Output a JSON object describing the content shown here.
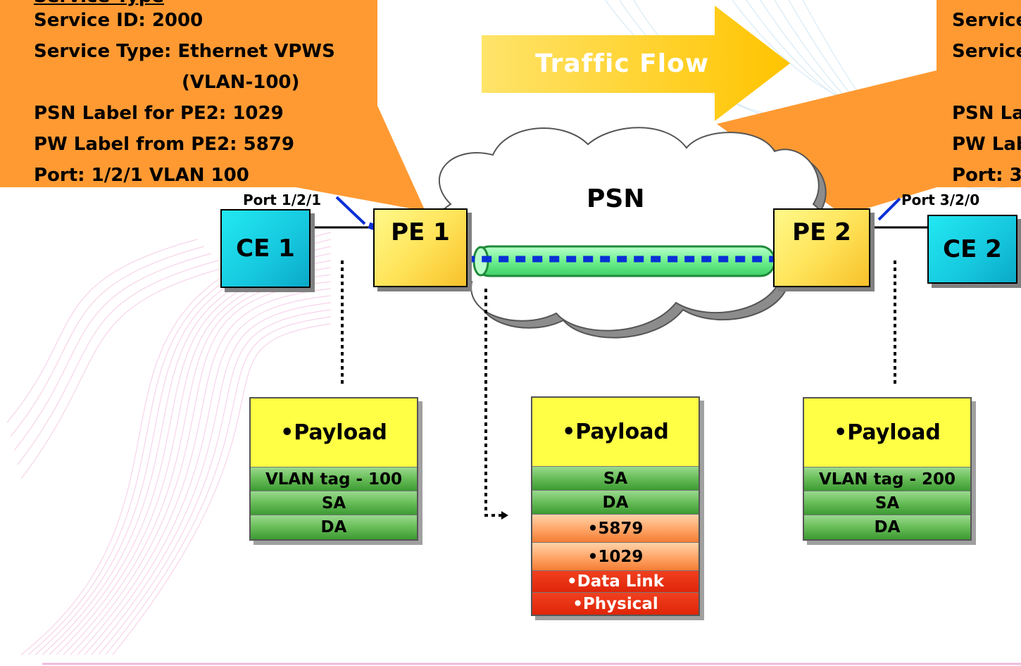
{
  "left_callout": {
    "heading": "Service Type",
    "lines": [
      "Service ID: 2000",
      "Service Type: Ethernet VPWS",
      "(VLAN-100)",
      "PSN Label for PE2: 1029",
      "PW Label from PE2: 5879",
      "Port: 1/2/1 VLAN 100"
    ]
  },
  "right_callout": {
    "lines": [
      "Service",
      "Service",
      "PSN La",
      "PW Lab",
      "Port: 3"
    ]
  },
  "traffic_flow": "Traffic Flow",
  "psn": "PSN",
  "nodes": {
    "ce1": "CE 1",
    "pe1": "PE 1",
    "pe2": "PE 2",
    "ce2": "CE 2"
  },
  "ports": {
    "left": "Port 1/2/1",
    "right": "Port 3/2/0"
  },
  "stacks": {
    "left": [
      "•Payload",
      "VLAN tag - 100",
      "SA",
      "DA"
    ],
    "middle": [
      "•Payload",
      "SA",
      "DA",
      "•5879",
      "•1029",
      "•Data Link",
      "•Physical"
    ],
    "right": [
      "•Payload",
      "VLAN tag - 200",
      "SA",
      "DA"
    ]
  },
  "colors": {
    "callout": "#ff9a33",
    "arrow": "#ffc800",
    "ce": "#16c7de",
    "pe": "#ffe45a",
    "tunnel": "#7cf59a",
    "dashes": "#0a2fd6"
  }
}
